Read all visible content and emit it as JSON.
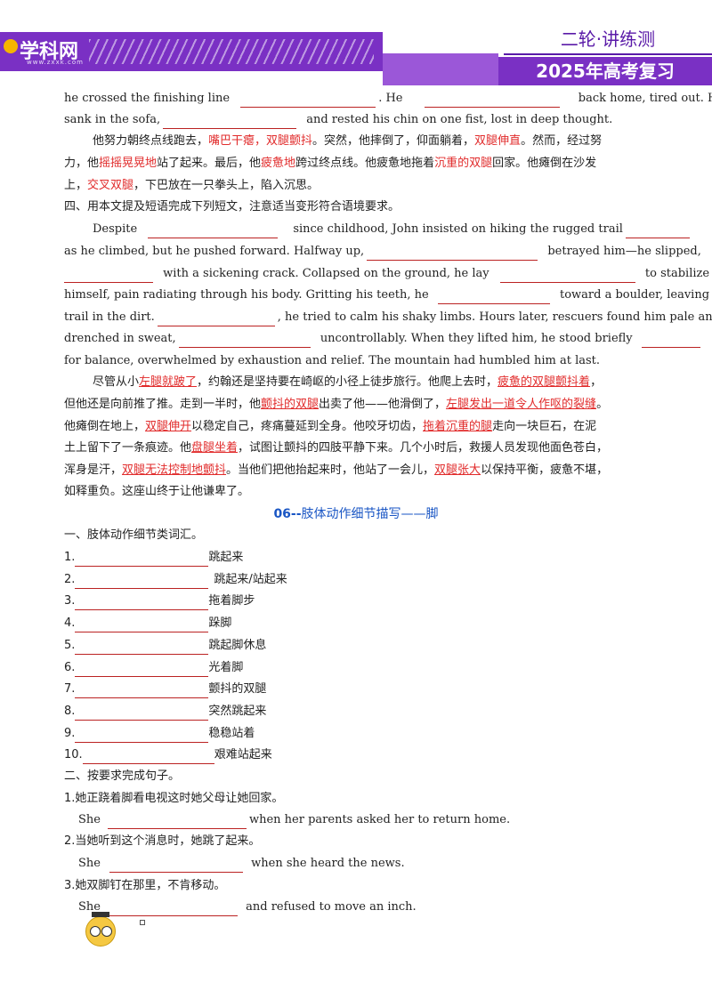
{
  "header": {
    "logo": "学科网",
    "logo_sub": "www.zxxk.com",
    "top_title": "二轮·讲练测",
    "bottom_title": "2025年高考复习"
  },
  "para1": {
    "a": "he crossed the finishing line",
    "b": ". He",
    "c": "back home, tired out. He",
    "d": "sank in the sofa,",
    "e": "and rested his chin on one fist, lost in deep thought."
  },
  "para1_zh": {
    "l1_a": "他努力朝终点线跑去，",
    "l1_b": "嘴巴干瘪，双腿颤抖",
    "l1_c": "。突然，他摔倒了，仰面躺着，",
    "l1_d": "双腿伸直",
    "l1_e": "。然而，经过努",
    "l2_a": "力，他",
    "l2_b": "摇摇晃晃地",
    "l2_c": "站了起来。最后，他",
    "l2_d": "疲惫地",
    "l2_e": "跨过终点线。他疲惫地拖着",
    "l2_f": "沉重的双腿",
    "l2_g": "回家。他瘫倒在沙发",
    "l3_a": "上，",
    "l3_b": "交叉双腿",
    "l3_c": "，下巴放在一只拳头上，陷入沉思。"
  },
  "sec4_title": "四、用本文提及短语完成下列短文，注意适当变形符合语境要求。",
  "para2": {
    "l1_a": "Despite",
    "l1_b": "since childhood, John insisted on hiking the rugged trail",
    "l2_a": "as he climbed, but he pushed forward. Halfway up,",
    "l2_b": "betrayed him—he slipped,",
    "l3_b": "with a sickening crack. Collapsed on the ground, he lay",
    "l3_c": "to stabilize",
    "l4_a": "himself, pain radiating through his body. Gritting his teeth, he",
    "l4_b": "toward a boulder, leaving a",
    "l5_a": "trail in the dirt.",
    "l5_b": ", he tried to calm his shaky limbs. Hours later, rescuers found him pale and",
    "l6_a": "drenched in sweat,",
    "l6_b": "uncontrollably. When they lifted him, he stood briefly",
    "l7_a": "for balance, overwhelmed by exhaustion and relief. The mountain had humbled him at last."
  },
  "para2_zh": {
    "l1_a": "尽管从小",
    "l1_b": "左腿就跛了",
    "l1_c": "，约翰还是坚持要在崎岖的小径上徒步旅行。他爬上去时，",
    "l1_d": "疲惫的双腿颤抖着",
    "l1_e": "，",
    "l2_a": "但他还是向前推了推。走到一半时，他",
    "l2_b": "颤抖的双腿",
    "l2_c": "出卖了他——他滑倒了，",
    "l2_d": "左腿发出一道令人作呕的裂缝",
    "l2_e": "。",
    "l3_a": "他瘫倒在地上，",
    "l3_b": "双腿伸开",
    "l3_c": "以稳定自己，疼痛蔓延到全身。他咬牙切齿，",
    "l3_d": "拖着沉重的腿",
    "l3_e": "走向一块巨石，在泥",
    "l4_a": "土上留下了一条痕迹。他",
    "l4_b": "盘腿坐着",
    "l4_c": "，试图让颤抖的四肢平静下来。几个小时后，救援人员发现他面色苍白，",
    "l5_a": "浑身是汗，",
    "l5_b": "双腿无法控制地颤抖",
    "l5_c": "。当他们把他抬起来时，他站了一会儿，",
    "l5_d": "双腿张大",
    "l5_e": "以保持平衡，疲惫不堪，",
    "l6_a": "如释重负。这座山终于让他谦卑了。"
  },
  "section06": {
    "num": "06--",
    "title": "肢体动作细节描写——脚"
  },
  "vocab_title": "一、肢体动作细节类词汇。",
  "vocab": [
    {
      "n": "1.",
      "zh": "跳起来"
    },
    {
      "n": "2.",
      "zh": "跳起来/站起来"
    },
    {
      "n": "3.",
      "zh": "拖着脚步"
    },
    {
      "n": "4.",
      "zh": "跺脚"
    },
    {
      "n": "5.",
      "zh": "跳起脚休息"
    },
    {
      "n": "6.",
      "zh": "光着脚"
    },
    {
      "n": "7.",
      "zh": "颤抖的双腿"
    },
    {
      "n": "8.",
      "zh": "突然跳起来"
    },
    {
      "n": "9.",
      "zh": "稳稳站着"
    },
    {
      "n": "10.",
      "zh": "艰难站起来"
    }
  ],
  "sent_title": "二、按要求完成句子。",
  "sentences": [
    {
      "zh": "1.她正跷着脚看电视这时她父母让她回家。",
      "en_a": "She",
      "en_b": "when her parents asked her to return home."
    },
    {
      "zh": "2.当她听到这个消息时，她跳了起来。",
      "en_a": "She",
      "en_b": "when she heard the news."
    },
    {
      "zh": "3.她双脚钉在那里，不肯移动。",
      "en_a": "She",
      "en_b": "and refused to move an inch."
    }
  ]
}
